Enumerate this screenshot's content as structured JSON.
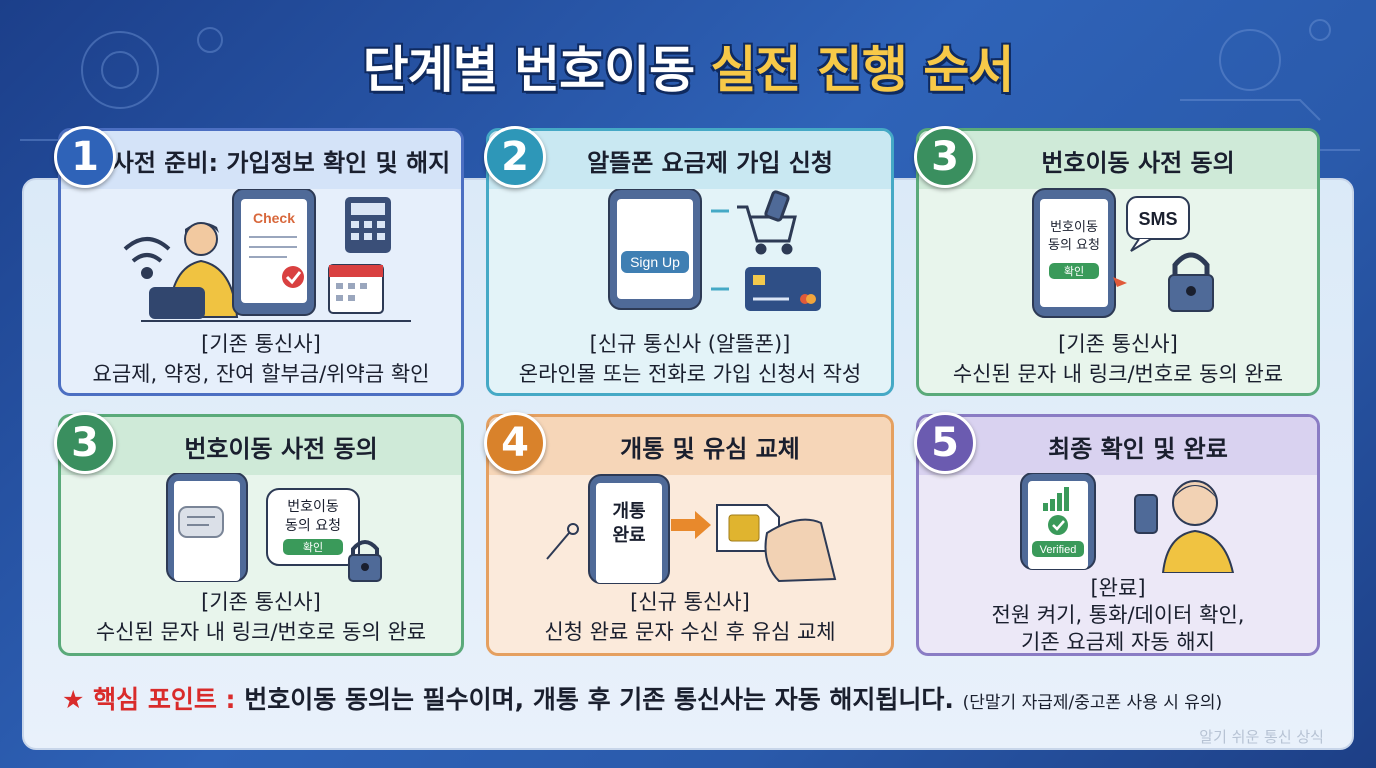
{
  "title": {
    "part1": "단계별 번호이동",
    "part2": "실전 진행 순서"
  },
  "colors": {
    "blue": "#2f63b8",
    "teal": "#2e97b8",
    "green": "#3a8f5f",
    "orange": "#d9822b",
    "purple": "#6b5bb0",
    "accent_yellow": "#f7c948",
    "accent_red": "#d92b2b"
  },
  "cards": [
    {
      "number": "1",
      "title": "사전 준비: 가입정보 확인 및 해지",
      "check_label": "Check",
      "caption_line1": "[기존 통신사]",
      "caption_line2": "요금제, 약정, 잔여 할부금/위약금 확인",
      "icons": [
        "wifi-icon",
        "person-icon",
        "phone-check-icon",
        "calculator-icon",
        "calendar-icon"
      ]
    },
    {
      "number": "2",
      "title": "알뜰폰 요금제 가입 신청",
      "signup_label": "Sign Up",
      "caption_line1": "[신규 통신사 (알뜰폰)]",
      "caption_line2": "온라인몰 또는 전화로 가입 신청서 작성",
      "icons": [
        "phone-icon",
        "shopping-cart-icon",
        "credit-card-icon"
      ]
    },
    {
      "number": "3",
      "title": "번호이동 사전 동의",
      "sms_label": "SMS",
      "bubble_line1": "번호이동",
      "bubble_line2": "동의 요청",
      "confirm_label": "확인",
      "caption_line1": "[기존 통신사]",
      "caption_line2": "수신된 문자 내 링크/번호로 동의 완료",
      "icons": [
        "phone-icon",
        "sms-bubble-icon",
        "lock-icon"
      ]
    },
    {
      "number": "3",
      "title": "번호이동 사전 동의",
      "bubble_line1": "번호이동",
      "bubble_line2": "동의 요청",
      "confirm_label": "확인",
      "caption_line1": "[기존 통신사]",
      "caption_line2": "수신된 문자 내 링크/번호로 동의 완료",
      "icons": [
        "phone-icon",
        "message-icon",
        "lock-icon"
      ]
    },
    {
      "number": "4",
      "title": "개통 및 유심 교체",
      "phone_line1": "개통",
      "phone_line2": "완료",
      "caption_line1": "[신규 통신사]",
      "caption_line2": "신청 완료 문자 수신 후 유심 교체",
      "icons": [
        "phone-icon",
        "sim-pin-icon",
        "sim-card-icon",
        "hand-icon"
      ]
    },
    {
      "number": "5",
      "title": "최종 확인 및 완료",
      "verified_label": "Verified",
      "caption_line1": "[완료]",
      "caption_line2": "전원 켜기, 통화/데이터 확인,",
      "caption_line3": "기존 요금제 자동 해지",
      "icons": [
        "phone-signal-icon",
        "person-icon"
      ]
    }
  ],
  "footer": {
    "star": "★",
    "key": "핵심 포인트 :",
    "text": "번호이동 동의는 필수이며, 개통 후 기존 통신사는 자동 해지됩니다.",
    "note": "(단말기 자급제/중고폰 사용 시 유의)"
  },
  "watermark": "알기 쉬운 통신 상식"
}
